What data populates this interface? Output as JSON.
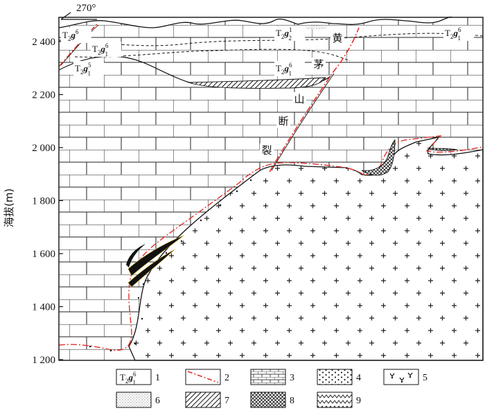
{
  "diagram": {
    "orientation_label": "270°",
    "y_axis": {
      "title": "海拔(m)",
      "ticks": [
        "2 400",
        "2 200",
        "2 000",
        "1 800",
        "1 600",
        "1 400",
        "1 200"
      ],
      "tick_values": [
        2400,
        2200,
        2000,
        1800,
        1600,
        1400,
        1200
      ]
    },
    "formations": [
      {
        "base": "T",
        "sub": "2",
        "g": "g",
        "sup": "6",
        "sub2": ""
      },
      {
        "base": "T",
        "sub": "2",
        "g": "g",
        "sup": "6",
        "sub2": "1"
      },
      {
        "base": "T",
        "sub": "2",
        "g": "g",
        "sup": "5",
        "sub2": "1"
      },
      {
        "base": "T",
        "sub": "2",
        "g": "g",
        "sup": "1",
        "sub2": "2"
      },
      {
        "base": "T",
        "sub": "2",
        "g": "g",
        "sup": "6",
        "sub2": "1"
      },
      {
        "base": "T",
        "sub": "2",
        "g": "g",
        "sup": "6",
        "sub2": "1"
      }
    ],
    "fault_label_chars": [
      "黄",
      "茅",
      "山",
      "断",
      "裂"
    ],
    "colors": {
      "fault_red": "#e0312b",
      "line": "#1a1a1a"
    }
  },
  "legend": {
    "items": [
      {
        "number": "1",
        "pattern": "formation-label",
        "label_base": "T",
        "label_sub": "2",
        "label_g": "g",
        "label_sup": "6",
        "label_sub2": "1"
      },
      {
        "number": "2",
        "pattern": "red-dashed-fault"
      },
      {
        "number": "3",
        "pattern": "limestone-brick"
      },
      {
        "number": "4",
        "pattern": "granite-dots"
      },
      {
        "number": "5",
        "pattern": "skarn-symbols"
      },
      {
        "number": "6",
        "pattern": "fine-stipple"
      },
      {
        "number": "7",
        "pattern": "diagonal-hatch"
      },
      {
        "number": "8",
        "pattern": "cross-hatch"
      },
      {
        "number": "9",
        "pattern": "zigzag"
      }
    ]
  }
}
